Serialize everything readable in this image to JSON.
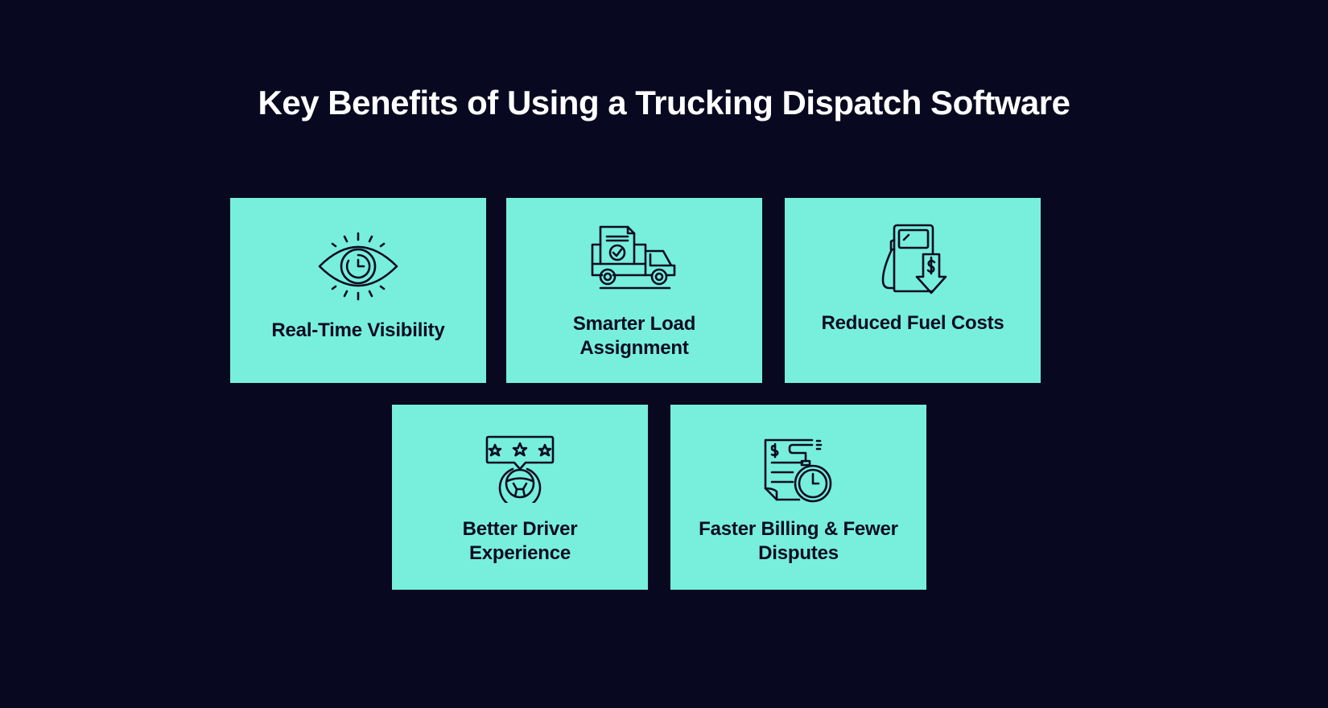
{
  "title": "Key Benefits of Using a Trucking Dispatch Software",
  "colors": {
    "background": "#080920",
    "card": "#77efdc",
    "text_dark": "#0a0c22",
    "title": "#ffffff"
  },
  "cards": [
    {
      "label": "Real-Time Visibility",
      "icon": "eye-clock-icon"
    },
    {
      "label": "Smarter Load Assignment",
      "icon": "truck-document-icon"
    },
    {
      "label": "Reduced Fuel Costs",
      "icon": "fuel-pump-dollar-icon"
    },
    {
      "label": "Better Driver Experience",
      "icon": "steering-wheel-rating-icon"
    },
    {
      "label": "Faster Billing & Fewer Disputes",
      "icon": "invoice-stopwatch-icon"
    }
  ]
}
